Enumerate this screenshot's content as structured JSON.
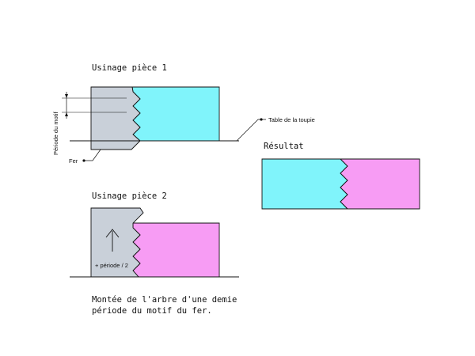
{
  "labels": {
    "title_piece1": "Usinage pièce 1",
    "title_piece2": "Usinage pièce 2",
    "periode_motif": "Période du motif",
    "table_toupie": "Table de la toupie",
    "fer": "Fer",
    "resultat": "Résultat",
    "plus_periode": "+ période / 2",
    "caption_line1": "Montée de l'arbre d'une demie",
    "caption_line2": "période du motif du fer."
  },
  "colors": {
    "piece1": "#80f4fb",
    "piece2": "#f79cf4",
    "cutter": "#c9d0d9",
    "stroke": "#111111"
  }
}
